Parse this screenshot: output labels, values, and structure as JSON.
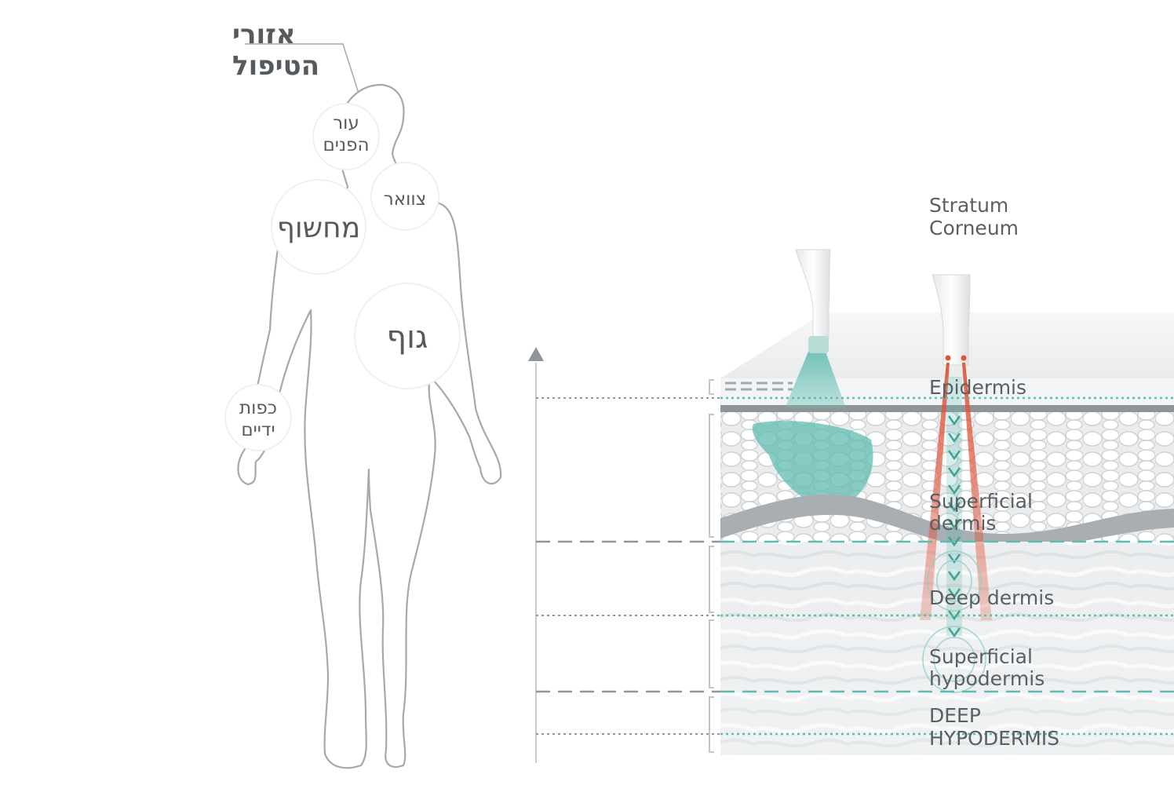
{
  "title": {
    "line1": "אזורי",
    "line2": "הטיפול"
  },
  "zones": {
    "face": {
      "line1": "עור",
      "line2": "הפנים"
    },
    "neck": {
      "label": "צוואר"
    },
    "decollete": {
      "label": "מחשוף"
    },
    "body": {
      "label": "גוף"
    },
    "hands": {
      "line1": "כפות",
      "line2": "ידיים"
    }
  },
  "layers": {
    "stratum_line1": "Stratum",
    "stratum_line2": "Corneum",
    "epidermis": "Epidermis",
    "superficial_dermis_line1": "Superficial",
    "superficial_dermis_line2": "dermis",
    "deep_dermis": "Deep dermis",
    "superficial_hypodermis_line1": "Superficial",
    "superficial_hypodermis_line2": "hypodermis",
    "deep_hypodermis_line1": "DEEP",
    "deep_hypodermis_line2": "HYPODERMIS"
  },
  "colors": {
    "outline": "#a4a9ad",
    "text": "#555a5e",
    "teal": "#5fbcb0",
    "laser": "#e0553a",
    "skin": "#e4e6e8"
  }
}
